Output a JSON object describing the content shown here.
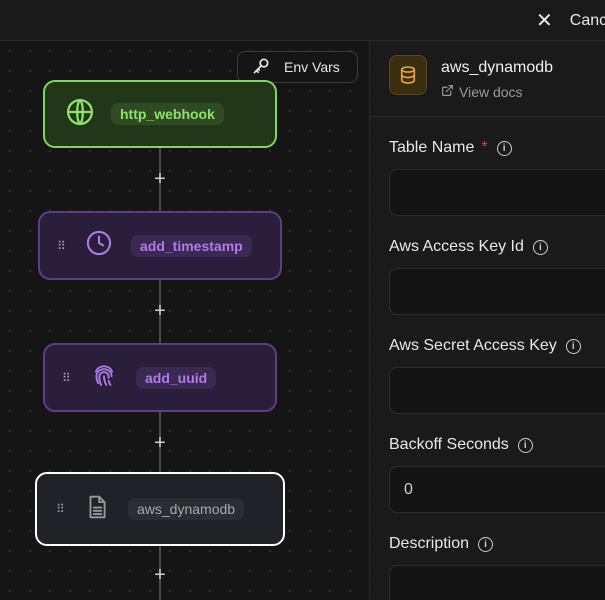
{
  "topbar": {
    "close_label": "Canc"
  },
  "canvas": {
    "env_vars_label": "Env Vars",
    "nodes": [
      {
        "label": "http_webhook",
        "icon": "globe-icon",
        "color": "#7fd85a"
      },
      {
        "label": "add_timestamp",
        "icon": "clock-icon",
        "color": "#5a3f86"
      },
      {
        "label": "add_uuid",
        "icon": "fingerprint-icon",
        "color": "#5a3f86"
      },
      {
        "label": "aws_dynamodb",
        "icon": "document-icon",
        "color": "#ffffff"
      }
    ]
  },
  "panel": {
    "service_title": "aws_dynamodb",
    "docs_link": "View docs",
    "fields": [
      {
        "label": "Table Name",
        "required": true,
        "value": ""
      },
      {
        "label": "Aws Access Key Id",
        "required": false,
        "value": ""
      },
      {
        "label": "Aws Secret Access Key",
        "required": false,
        "value": ""
      },
      {
        "label": "Backoff Seconds",
        "required": false,
        "value": "0"
      },
      {
        "label": "Description",
        "required": false,
        "value": ""
      }
    ]
  },
  "colors": {
    "accent_green": "#7fd85a",
    "accent_purple": "#b07be8",
    "required_star": "#e0443c",
    "db_badge": "#e8a33a"
  }
}
